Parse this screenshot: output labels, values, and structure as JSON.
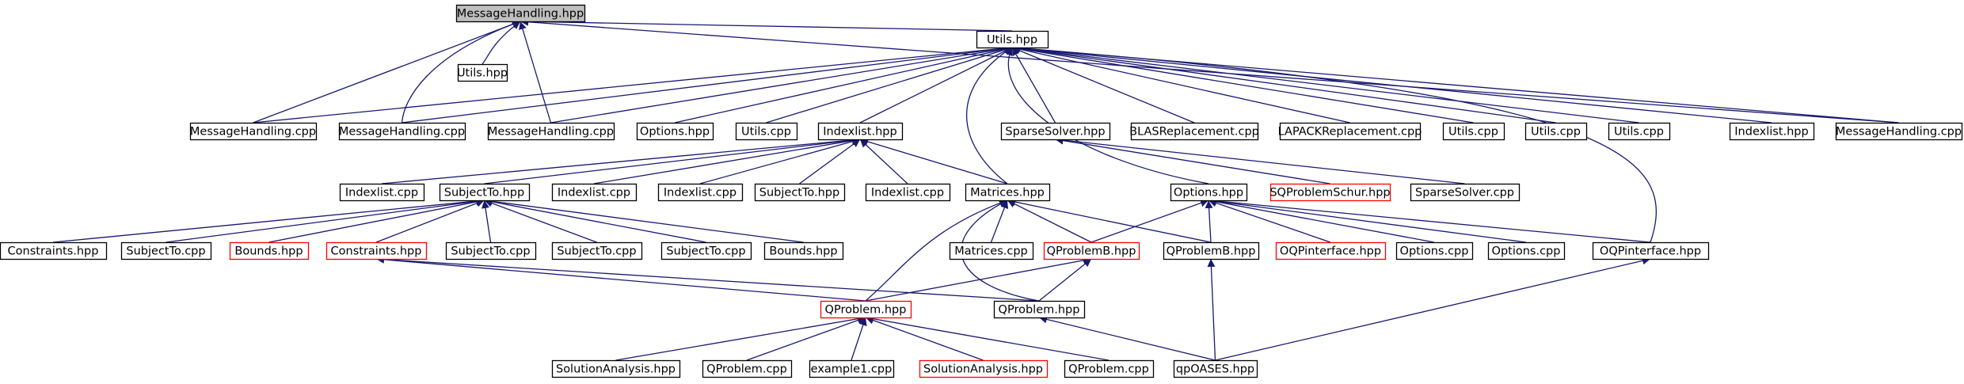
{
  "colors": {
    "edge": "#191970",
    "node_border": "#000000",
    "node_border_red": "#ff0000",
    "root_fill": "#bfbfbf",
    "node_fill": "#ffffff",
    "background": "#ffffff"
  },
  "nodes": [
    {
      "id": "n0",
      "label": "MessageHandling.hpp",
      "style": "root"
    },
    {
      "id": "n1",
      "label": "Utils.hpp",
      "style": "normal"
    },
    {
      "id": "n2",
      "label": "Utils.hpp",
      "style": "normal"
    },
    {
      "id": "n3",
      "label": "MessageHandling.cpp",
      "style": "normal"
    },
    {
      "id": "n4",
      "label": "MessageHandling.cpp",
      "style": "normal"
    },
    {
      "id": "n5",
      "label": "MessageHandling.cpp",
      "style": "normal"
    },
    {
      "id": "n6",
      "label": "Options.hpp",
      "style": "normal"
    },
    {
      "id": "n7",
      "label": "Utils.cpp",
      "style": "normal"
    },
    {
      "id": "n8",
      "label": "Indexlist.hpp",
      "style": "normal"
    },
    {
      "id": "n9",
      "label": "SparseSolver.hpp",
      "style": "normal"
    },
    {
      "id": "n10",
      "label": "BLASReplacement.cpp",
      "style": "normal"
    },
    {
      "id": "n11",
      "label": "LAPACKReplacement.cpp",
      "style": "normal"
    },
    {
      "id": "n12",
      "label": "Utils.cpp",
      "style": "normal"
    },
    {
      "id": "n13",
      "label": "Utils.cpp",
      "style": "normal"
    },
    {
      "id": "n14",
      "label": "Utils.cpp",
      "style": "normal"
    },
    {
      "id": "n15",
      "label": "Indexlist.hpp",
      "style": "normal"
    },
    {
      "id": "n16",
      "label": "MessageHandling.cpp",
      "style": "normal"
    },
    {
      "id": "n17",
      "label": "Indexlist.cpp",
      "style": "normal"
    },
    {
      "id": "n18",
      "label": "SubjectTo.hpp",
      "style": "normal"
    },
    {
      "id": "n19",
      "label": "Indexlist.cpp",
      "style": "normal"
    },
    {
      "id": "n20",
      "label": "Indexlist.cpp",
      "style": "normal"
    },
    {
      "id": "n21",
      "label": "SubjectTo.hpp",
      "style": "normal"
    },
    {
      "id": "n22",
      "label": "Indexlist.cpp",
      "style": "normal"
    },
    {
      "id": "n23",
      "label": "Matrices.hpp",
      "style": "normal"
    },
    {
      "id": "n24",
      "label": "Options.hpp",
      "style": "normal"
    },
    {
      "id": "n25",
      "label": "SQProblemSchur.hpp",
      "style": "red"
    },
    {
      "id": "n26",
      "label": "SparseSolver.cpp",
      "style": "normal"
    },
    {
      "id": "n27",
      "label": "Constraints.hpp",
      "style": "normal"
    },
    {
      "id": "n28",
      "label": "SubjectTo.cpp",
      "style": "normal"
    },
    {
      "id": "n29",
      "label": "Bounds.hpp",
      "style": "red"
    },
    {
      "id": "n30",
      "label": "Constraints.hpp",
      "style": "red"
    },
    {
      "id": "n31",
      "label": "SubjectTo.cpp",
      "style": "normal"
    },
    {
      "id": "n32",
      "label": "SubjectTo.cpp",
      "style": "normal"
    },
    {
      "id": "n33",
      "label": "SubjectTo.cpp",
      "style": "normal"
    },
    {
      "id": "n34",
      "label": "Bounds.hpp",
      "style": "normal"
    },
    {
      "id": "n35",
      "label": "Matrices.cpp",
      "style": "normal"
    },
    {
      "id": "n36",
      "label": "QProblemB.hpp",
      "style": "red"
    },
    {
      "id": "n37",
      "label": "QProblemB.hpp",
      "style": "normal"
    },
    {
      "id": "n38",
      "label": "OQPinterface.hpp",
      "style": "red"
    },
    {
      "id": "n39",
      "label": "Options.cpp",
      "style": "normal"
    },
    {
      "id": "n40",
      "label": "Options.cpp",
      "style": "normal"
    },
    {
      "id": "n41",
      "label": "OQPinterface.hpp",
      "style": "normal"
    },
    {
      "id": "n42",
      "label": "QProblem.hpp",
      "style": "red"
    },
    {
      "id": "n43",
      "label": "QProblem.hpp",
      "style": "normal"
    },
    {
      "id": "n44",
      "label": "SolutionAnalysis.hpp",
      "style": "normal"
    },
    {
      "id": "n45",
      "label": "QProblem.cpp",
      "style": "normal"
    },
    {
      "id": "n46",
      "label": "example1.cpp",
      "style": "normal"
    },
    {
      "id": "n47",
      "label": "SolutionAnalysis.hpp",
      "style": "red"
    },
    {
      "id": "n48",
      "label": "QProblem.cpp",
      "style": "normal"
    },
    {
      "id": "n49",
      "label": "qpOASES.hpp",
      "style": "normal"
    }
  ],
  "edges": [
    [
      "n0",
      "n2"
    ],
    [
      "n0",
      "n1"
    ],
    [
      "n0",
      "n3"
    ],
    [
      "n0",
      "n4"
    ],
    [
      "n0",
      "n5"
    ],
    [
      "n0",
      "n16"
    ],
    [
      "n1",
      "n3"
    ],
    [
      "n1",
      "n4"
    ],
    [
      "n1",
      "n5"
    ],
    [
      "n1",
      "n6"
    ],
    [
      "n1",
      "n7"
    ],
    [
      "n1",
      "n8"
    ],
    [
      "n1",
      "n9"
    ],
    [
      "n1",
      "n10"
    ],
    [
      "n1",
      "n11"
    ],
    [
      "n1",
      "n12"
    ],
    [
      "n1",
      "n13"
    ],
    [
      "n1",
      "n14"
    ],
    [
      "n1",
      "n15"
    ],
    [
      "n1",
      "n16"
    ],
    [
      "n1",
      "n23"
    ],
    [
      "n1",
      "n24"
    ],
    [
      "n1",
      "n41"
    ],
    [
      "n8",
      "n17"
    ],
    [
      "n8",
      "n18"
    ],
    [
      "n8",
      "n19"
    ],
    [
      "n8",
      "n20"
    ],
    [
      "n8",
      "n21"
    ],
    [
      "n8",
      "n22"
    ],
    [
      "n8",
      "n23"
    ],
    [
      "n9",
      "n25"
    ],
    [
      "n9",
      "n26"
    ],
    [
      "n18",
      "n27"
    ],
    [
      "n18",
      "n28"
    ],
    [
      "n18",
      "n29"
    ],
    [
      "n18",
      "n30"
    ],
    [
      "n18",
      "n31"
    ],
    [
      "n18",
      "n32"
    ],
    [
      "n18",
      "n33"
    ],
    [
      "n18",
      "n34"
    ],
    [
      "n23",
      "n35"
    ],
    [
      "n23",
      "n36"
    ],
    [
      "n23",
      "n37"
    ],
    [
      "n23",
      "n42"
    ],
    [
      "n23",
      "n43"
    ],
    [
      "n24",
      "n36"
    ],
    [
      "n24",
      "n37"
    ],
    [
      "n24",
      "n38"
    ],
    [
      "n24",
      "n39"
    ],
    [
      "n24",
      "n40"
    ],
    [
      "n24",
      "n41"
    ],
    [
      "n30",
      "n42"
    ],
    [
      "n30",
      "n43"
    ],
    [
      "n36",
      "n42"
    ],
    [
      "n36",
      "n43"
    ],
    [
      "n37",
      "n49"
    ],
    [
      "n41",
      "n49"
    ],
    [
      "n42",
      "n44"
    ],
    [
      "n42",
      "n45"
    ],
    [
      "n42",
      "n46"
    ],
    [
      "n42",
      "n47"
    ],
    [
      "n42",
      "n48"
    ],
    [
      "n43",
      "n49"
    ]
  ]
}
